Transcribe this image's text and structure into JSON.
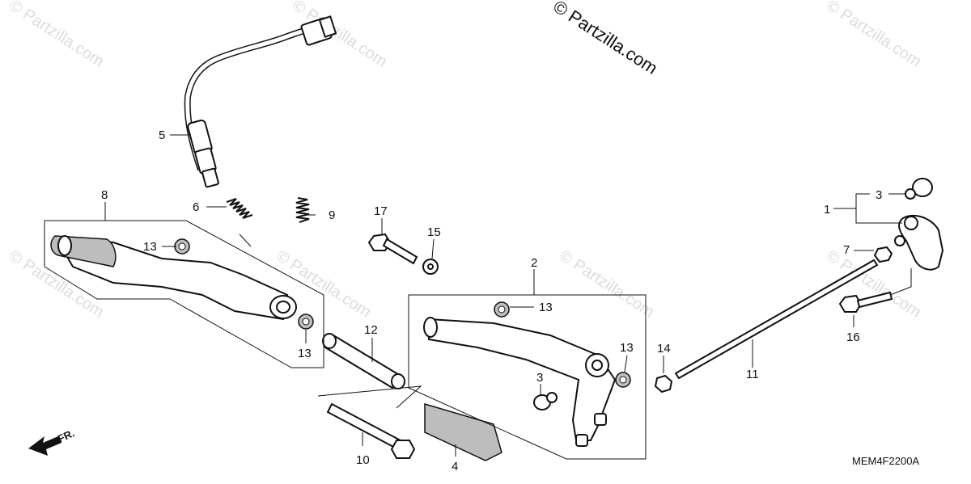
{
  "copyright": "© Partzilla.com",
  "watermark_text": "© Partzilla.com",
  "diagram_code": "MEM4F2200A",
  "direction_label": "FR.",
  "callouts": {
    "c1": "1",
    "c2": "2",
    "c3a": "3",
    "c3b": "3",
    "c4": "4",
    "c5": "5",
    "c6": "6",
    "c7": "7",
    "c8": "8",
    "c9": "9",
    "c10": "10",
    "c11": "11",
    "c12": "12",
    "c13a": "13",
    "c13b": "13",
    "c13c": "13",
    "c13d": "13",
    "c14": "14",
    "c15": "15",
    "c16": "16",
    "c17": "17"
  }
}
